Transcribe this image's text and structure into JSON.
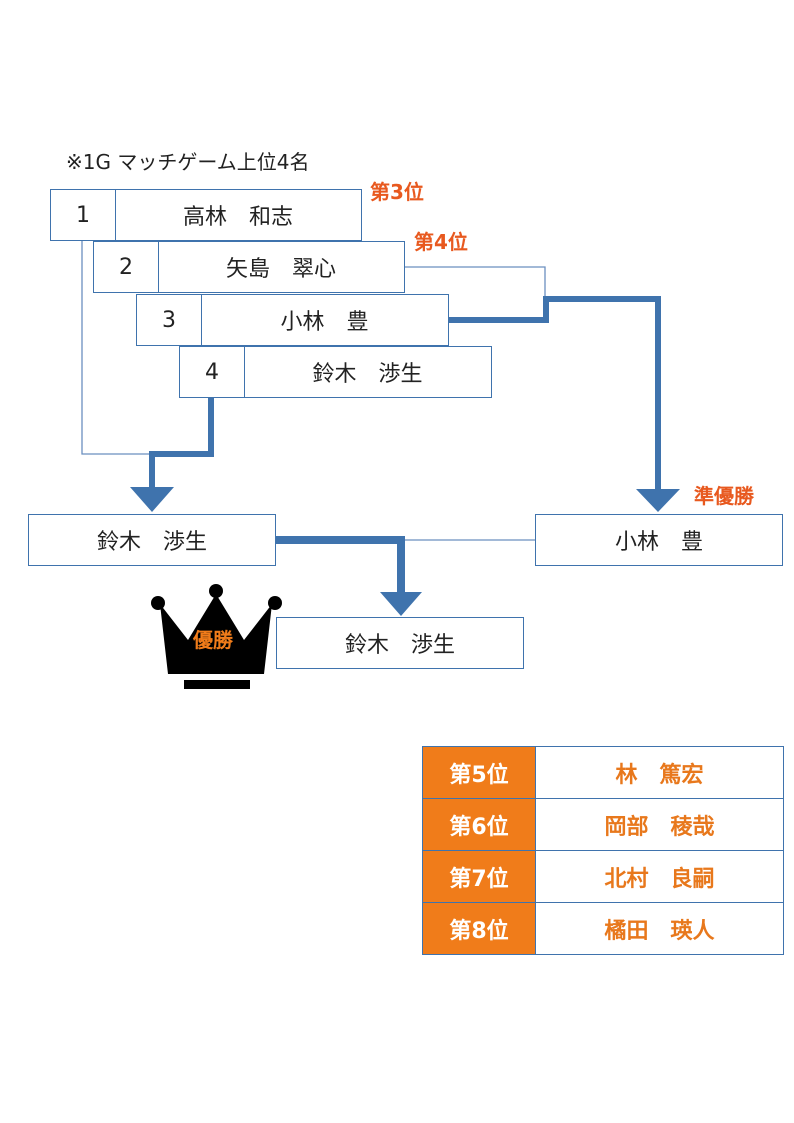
{
  "note": "※1G マッチゲーム上位4名",
  "seeds": [
    {
      "seed": "1",
      "name": "高林　和志"
    },
    {
      "seed": "2",
      "name": "矢島　翠心"
    },
    {
      "seed": "3",
      "name": "小林　豊"
    },
    {
      "seed": "4",
      "name": "鈴木　渉生"
    }
  ],
  "rank_labels": {
    "third": "第3位",
    "fourth": "第4位",
    "runner_up": "準優勝",
    "winner": "優勝"
  },
  "semifinal": {
    "left": "鈴木　渉生",
    "right": "小林　豊"
  },
  "champion": "鈴木　渉生",
  "other_ranks": [
    {
      "rank": "第5位",
      "name": "林　篤宏"
    },
    {
      "rank": "第6位",
      "name": "岡部　稜哉"
    },
    {
      "rank": "第7位",
      "name": "北村　良嗣"
    },
    {
      "rank": "第8位",
      "name": "橘田　瑛人"
    }
  ],
  "colors": {
    "line": "#3f73ad",
    "thin_line": "#6b8fbf",
    "rank_text": "#e8591f",
    "orange": "#f07c1a",
    "crown": "#000000"
  }
}
